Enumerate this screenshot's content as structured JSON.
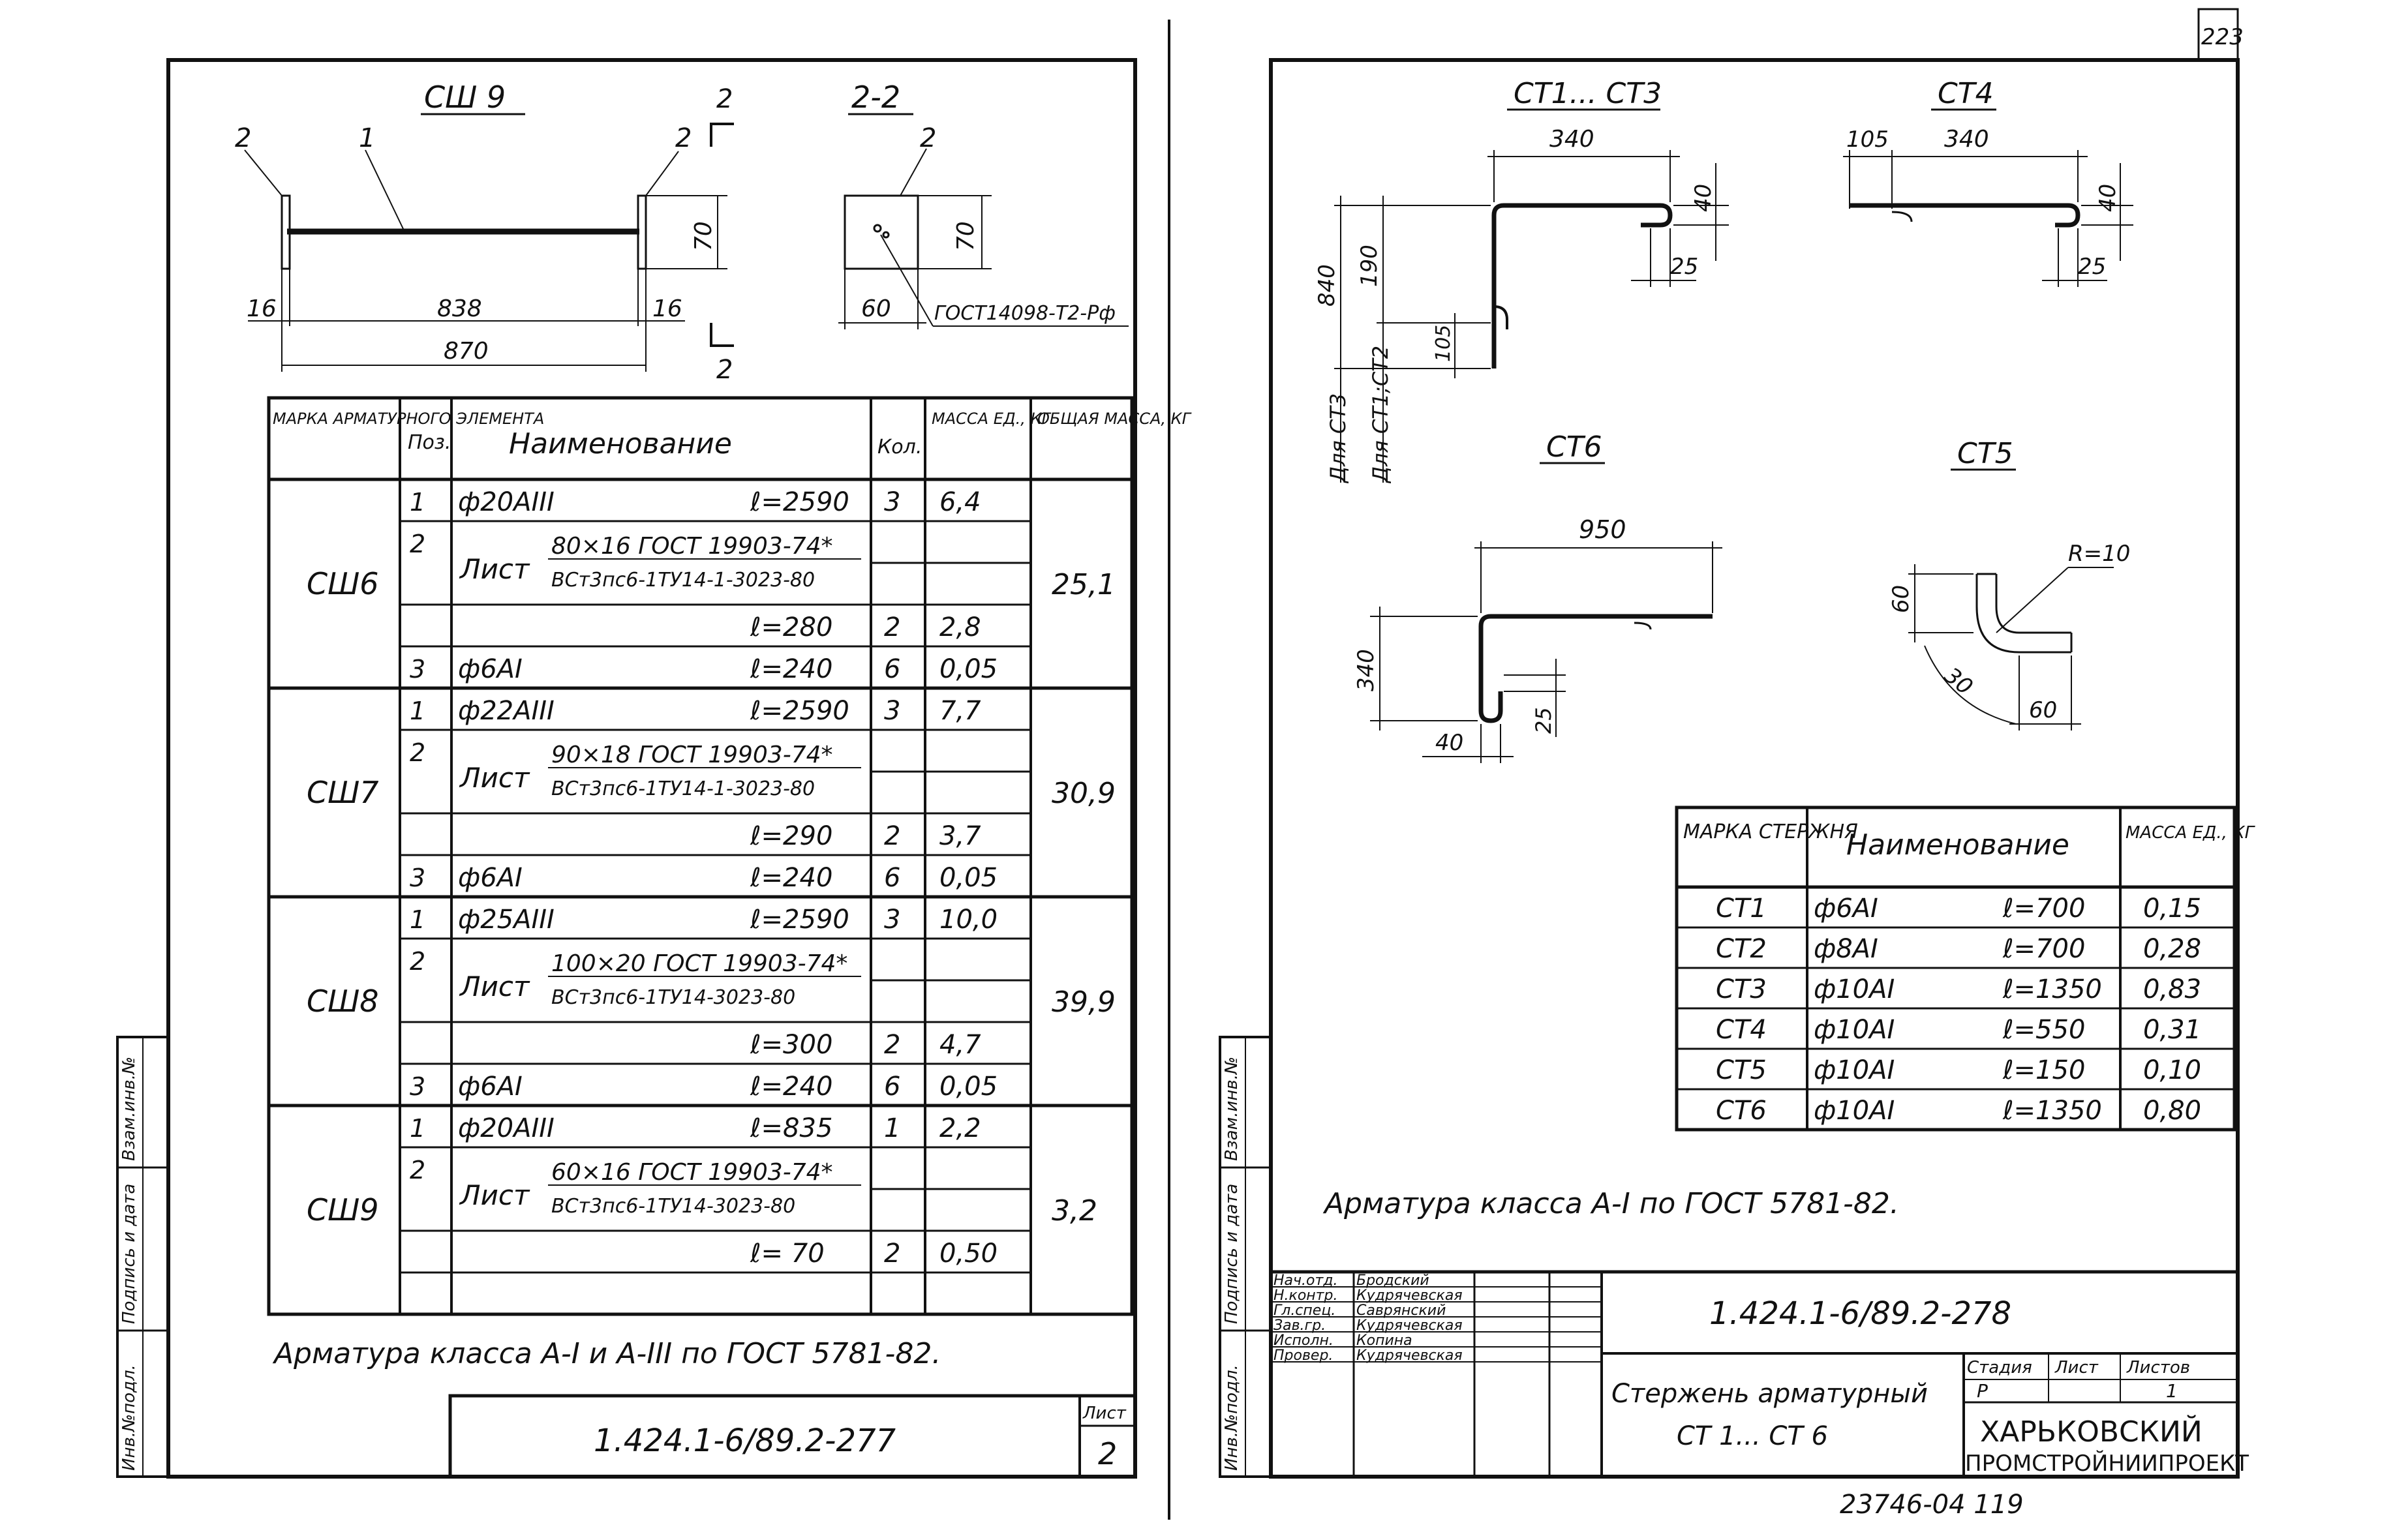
{
  "sheet_number": "223",
  "archive_number": "23746-04  119",
  "left": {
    "detail": {
      "title": "СШ 9",
      "section_title": "2-2",
      "pos_labels": {
        "pos1": "1",
        "pos2_left": "2",
        "pos2_right": "2",
        "pos2_section": "2"
      },
      "cut_marks": [
        "2",
        "2"
      ],
      "dims": {
        "end_left": "16",
        "inner": "838",
        "end_right": "16",
        "overall": "870",
        "height": "70",
        "section_height": "70",
        "section_width": "60"
      },
      "gost_note": "ГОСТ14098-Т2-Рф"
    },
    "table": {
      "headers": {
        "mark": "МАРКА АРМАТУРНОГО ЭЛЕМЕНТА",
        "pos": "Поз.",
        "name": "Наименование",
        "qty": "Кол.",
        "mass_unit": "МАССА ЕД., КГ",
        "mass_total": "ОБЩАЯ МАССА, КГ"
      },
      "groups": [
        {
          "mark": "СШ6",
          "total": "25,1",
          "rows": [
            {
              "pos": "1",
              "name": "ф20АIII",
              "length": "ℓ=2590",
              "qty": "3",
              "mass": "6,4"
            },
            {
              "pos": "2",
              "name": "Лист",
              "spec": "80×16 ГОСТ 19903-74*",
              "spec2": "ВСт3пс6-1ТУ14-1-3023-80",
              "length": "",
              "qty": "",
              "mass": ""
            },
            {
              "pos": "",
              "name": "",
              "length": "ℓ=280",
              "qty": "2",
              "mass": "2,8"
            },
            {
              "pos": "3",
              "name": "ф6АI",
              "length": "ℓ=240",
              "qty": "6",
              "mass": "0,05"
            }
          ]
        },
        {
          "mark": "СШ7",
          "total": "30,9",
          "rows": [
            {
              "pos": "1",
              "name": "ф22АIII",
              "length": "ℓ=2590",
              "qty": "3",
              "mass": "7,7"
            },
            {
              "pos": "2",
              "name": "Лист",
              "spec": "90×18 ГОСТ 19903-74*",
              "spec2": "ВСт3пс6-1ТУ14-1-3023-80",
              "length": "",
              "qty": "",
              "mass": ""
            },
            {
              "pos": "",
              "name": "",
              "length": "ℓ=290",
              "qty": "2",
              "mass": "3,7"
            },
            {
              "pos": "3",
              "name": "ф6АI",
              "length": "ℓ=240",
              "qty": "6",
              "mass": "0,05"
            }
          ]
        },
        {
          "mark": "СШ8",
          "total": "39,9",
          "rows": [
            {
              "pos": "1",
              "name": "ф25АIII",
              "length": "ℓ=2590",
              "qty": "3",
              "mass": "10,0"
            },
            {
              "pos": "2",
              "name": "Лист",
              "spec": "100×20 ГОСТ 19903-74*",
              "spec2": "ВСт3пс6-1ТУ14-3023-80",
              "length": "",
              "qty": "",
              "mass": ""
            },
            {
              "pos": "",
              "name": "",
              "length": "ℓ=300",
              "qty": "2",
              "mass": "4,7"
            },
            {
              "pos": "3",
              "name": "ф6АI",
              "length": "ℓ=240",
              "qty": "6",
              "mass": "0,05"
            }
          ]
        },
        {
          "mark": "СШ9",
          "total": "3,2",
          "rows": [
            {
              "pos": "1",
              "name": "ф20АIII",
              "length": "ℓ=835",
              "qty": "1",
              "mass": "2,2"
            },
            {
              "pos": "2",
              "name": "Лист",
              "spec": "60×16 ГОСТ 19903-74*",
              "spec2": "ВСт3пс6-1ТУ14-3023-80",
              "length": "",
              "qty": "",
              "mass": ""
            },
            {
              "pos": "",
              "name": "",
              "length": "ℓ= 70",
              "qty": "2",
              "mass": "0,50"
            },
            {
              "pos": "",
              "name": "",
              "length": "",
              "qty": "",
              "mass": ""
            }
          ]
        }
      ]
    },
    "note": "Арматура  класса  А-I  и А-III  по  ГОСТ 5781-82.",
    "title_block": {
      "code": "1.424.1-6/89.2-277",
      "sheet_label": "Лист",
      "sheet": "2"
    },
    "side_stamp": [
      "Инв.№подл.",
      "Подпись и дата",
      "Взам.инв.№"
    ]
  },
  "right": {
    "sketches": {
      "st1_3": {
        "title": "СТ1... СТ3",
        "dims": [
          "340",
          "40",
          "25",
          "840",
          "190",
          "105"
        ],
        "side_labels": [
          "Для СТ3",
          "Для СТ1;СТ2"
        ]
      },
      "st4": {
        "title": "СТ4",
        "dims": [
          "105",
          "340",
          "40",
          "25"
        ]
      },
      "st6": {
        "title": "СТ6",
        "dims": [
          "950",
          "340",
          "40",
          "25"
        ]
      },
      "st5": {
        "title": "СТ5",
        "dims": [
          "R=10",
          "60",
          "30",
          "60"
        ]
      }
    },
    "table": {
      "headers": {
        "mark": "МАРКА СТЕРЖНЯ",
        "name": "Наименование",
        "mass": "МАССА ЕД., КГ"
      },
      "rows": [
        {
          "mark": "СТ1",
          "name": "ф6АI",
          "length": "ℓ=700",
          "mass": "0,15"
        },
        {
          "mark": "СТ2",
          "name": "ф8АI",
          "length": "ℓ=700",
          "mass": "0,28"
        },
        {
          "mark": "СТ3",
          "name": "ф10АI",
          "length": "ℓ=1350",
          "mass": "0,83"
        },
        {
          "mark": "СТ4",
          "name": "ф10АI",
          "length": "ℓ=550",
          "mass": "0,31"
        },
        {
          "mark": "СТ5",
          "name": "ф10АI",
          "length": "ℓ=150",
          "mass": "0,10"
        },
        {
          "mark": "СТ6",
          "name": "ф10АI",
          "length": "ℓ=1350",
          "mass": "0,80"
        }
      ]
    },
    "note": "Арматура  класса  А-I  по  ГОСТ 5781-82.",
    "title_block": {
      "code": "1.424.1-6/89.2-278",
      "roles": [
        {
          "role": "Нач.отд.",
          "name": "Бродский"
        },
        {
          "role": "Н.контр.",
          "name": "Кудрячевская"
        },
        {
          "role": "Гл.спец.",
          "name": "Саврянский"
        },
        {
          "role": "Зав.гр.",
          "name": "Кудрячевская"
        },
        {
          "role": "Исполн.",
          "name": "Копина"
        },
        {
          "role": "Провер.",
          "name": "Кудрячевская"
        }
      ],
      "title_line1": "Стержень арматурный",
      "title_line2": "СТ 1... СТ 6",
      "stage_label": "Стадия",
      "sheet_label": "Лист",
      "sheets_label": "Листов",
      "stage": "Р",
      "sheet": "",
      "sheets": "1",
      "org1": "ХАРЬКОВСКИЙ",
      "org2": "ПРОМСТРОЙНИИПРОЕКТ"
    },
    "side_stamp": [
      "Инв.№подл.",
      "Подпись и дата",
      "Взам.инв.№"
    ]
  }
}
